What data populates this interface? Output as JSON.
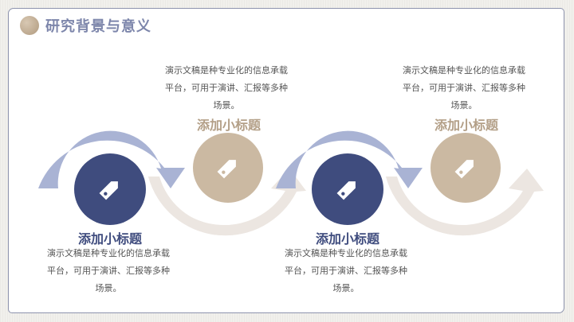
{
  "header": {
    "title": "研究背景与意义"
  },
  "colors": {
    "navy": "#3f4c7e",
    "tan": "#cbb9a2",
    "blue_arrow": "#a9b3d4",
    "beige_arrow": "#ece6e1",
    "title_text": "#7d86ab"
  },
  "steps": [
    {
      "title": "添加小标题",
      "desc_lines": [
        "演示文稿是种专业化的信息承载",
        "平台，可用于演讲、汇报等多种",
        "场景。"
      ],
      "icon": "tag-icon",
      "circle_color": "navy",
      "text_position": "below"
    },
    {
      "title": "添加小标题",
      "desc_lines": [
        "演示文稿是种专业化的信息承载",
        "平台，可用于演讲、汇报等多种",
        "场景。"
      ],
      "icon": "tag-icon",
      "circle_color": "tan",
      "text_position": "above"
    },
    {
      "title": "添加小标题",
      "desc_lines": [
        "演示文稿是种专业化的信息承载",
        "平台，可用于演讲、汇报等多种",
        "场景。"
      ],
      "icon": "tag-icon",
      "circle_color": "navy",
      "text_position": "below"
    },
    {
      "title": "添加小标题",
      "desc_lines": [
        "演示文稿是种专业化的信息承载",
        "平台，可用于演讲、汇报等多种",
        "场景。"
      ],
      "icon": "tag-icon",
      "circle_color": "tan",
      "text_position": "above"
    }
  ]
}
